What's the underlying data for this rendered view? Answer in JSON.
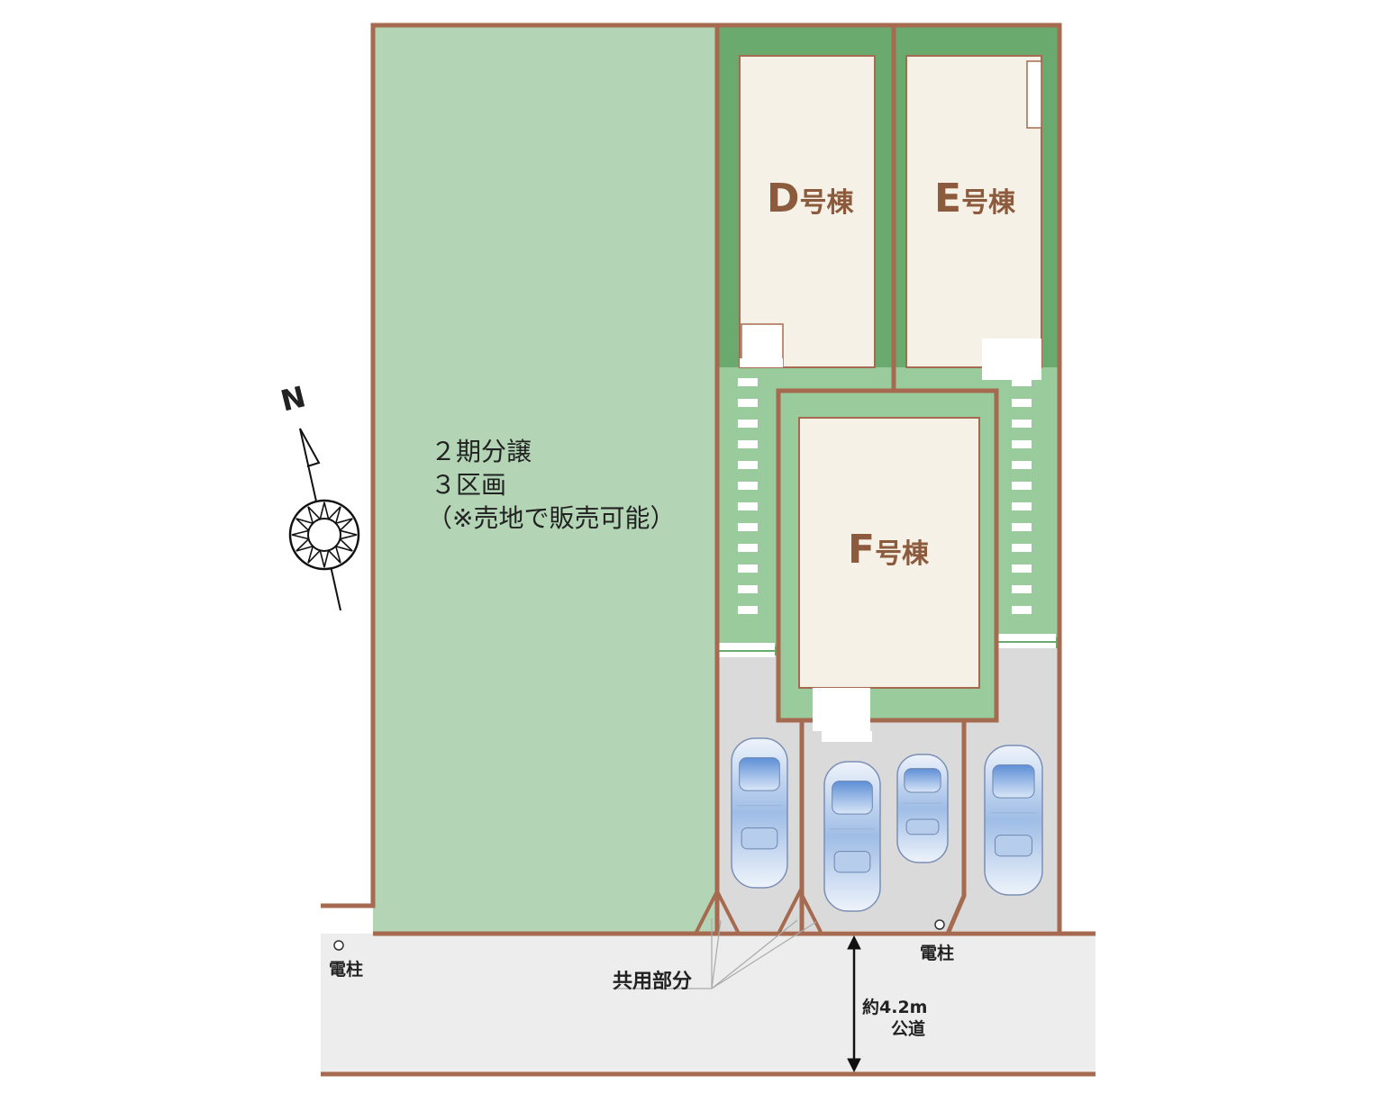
{
  "colors": {
    "boundary": "#a56a4f",
    "lot_green_light": "#b3d5b5",
    "lot_green_dark": "#6aaa6f",
    "house_fill": "#f6f1e7",
    "paving": "#dadada",
    "road": "#ededed",
    "label_brown": "#8c5a3c"
  },
  "compass": {
    "north_label": "N"
  },
  "remaining_lot": {
    "line1": "２期分譲",
    "line2": "３区画",
    "line3": "（※売地で販売可能）"
  },
  "buildings": [
    {
      "letter": "D",
      "suffix": "号棟"
    },
    {
      "letter": "E",
      "suffix": "号棟"
    },
    {
      "letter": "F",
      "suffix": "号棟"
    }
  ],
  "labels": {
    "pole_left": "電柱",
    "pole_right": "電柱",
    "shared_area": "共用部分",
    "road_width": "約4.2m",
    "road_type": "公道"
  },
  "cars": [
    {
      "name": "car-d"
    },
    {
      "name": "car-f-1"
    },
    {
      "name": "car-f-2"
    },
    {
      "name": "car-e"
    }
  ]
}
